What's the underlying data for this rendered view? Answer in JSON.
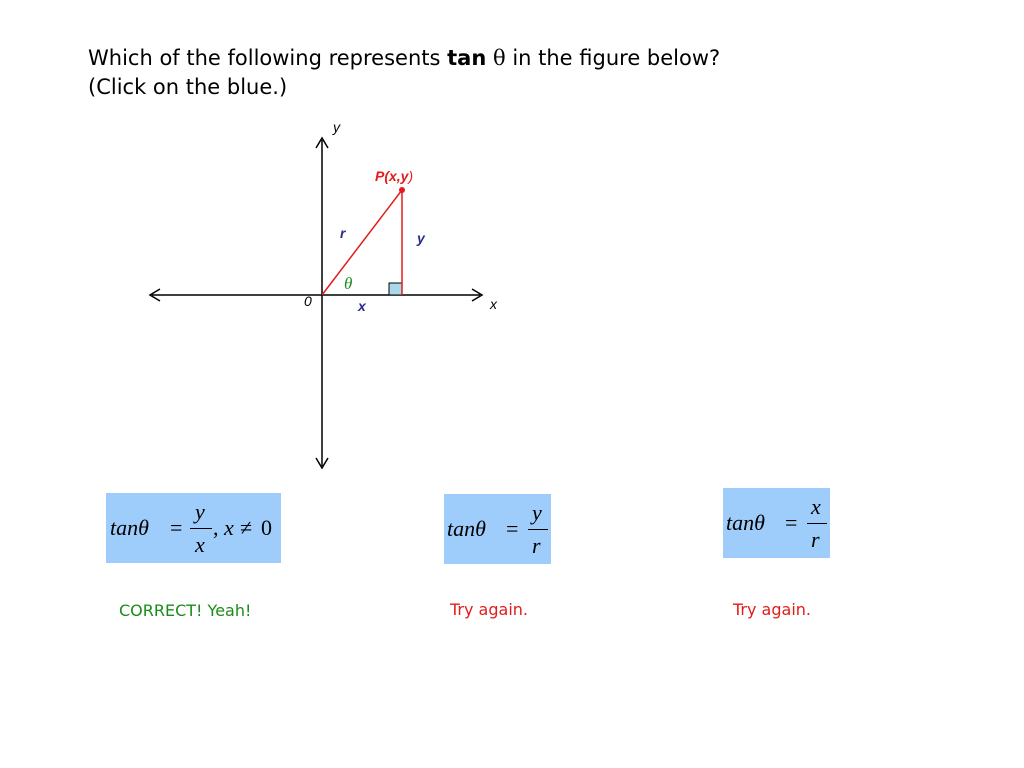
{
  "question": {
    "line1_prefix": "Which of the following represents ",
    "line1_bold": "tan",
    "line1_theta": "θ",
    "line1_suffix": " in the figure below?",
    "line2": "(Click on the blue.)"
  },
  "figure": {
    "y_axis_label": "y",
    "x_axis_label": "x",
    "origin_label": "0",
    "point_label": "P(x,y",
    "point_label_close": ")",
    "hypotenuse_label": "r",
    "opposite_label": "y",
    "adjacent_label": "x",
    "angle_label": "θ",
    "colors": {
      "axis": "#000000",
      "triangle": "#e31b1b",
      "point": "#e31b1b",
      "side_labels": "#2b2b8c",
      "angle_label": "#1a8c1a",
      "right_angle_fill": "#a8d8ea"
    }
  },
  "options": [
    {
      "lhs": "tanθ",
      "equals": "=",
      "numerator": "y",
      "denominator": "x",
      "condition_sep": ",",
      "condition_var": "x",
      "condition_op": "≠",
      "condition_val": "0",
      "feedback": "CORRECT!  Yeah!",
      "feedback_color": "#1a8c1a"
    },
    {
      "lhs": "tanθ",
      "equals": "=",
      "numerator": "y",
      "denominator": "r",
      "feedback": "Try again.",
      "feedback_color": "#e31b1b"
    },
    {
      "lhs": "tanθ",
      "equals": "=",
      "numerator": "x",
      "denominator": "r",
      "feedback": "Try again.",
      "feedback_color": "#e31b1b"
    }
  ],
  "colors": {
    "option_background": "#9fcdfb",
    "text": "#000000"
  }
}
